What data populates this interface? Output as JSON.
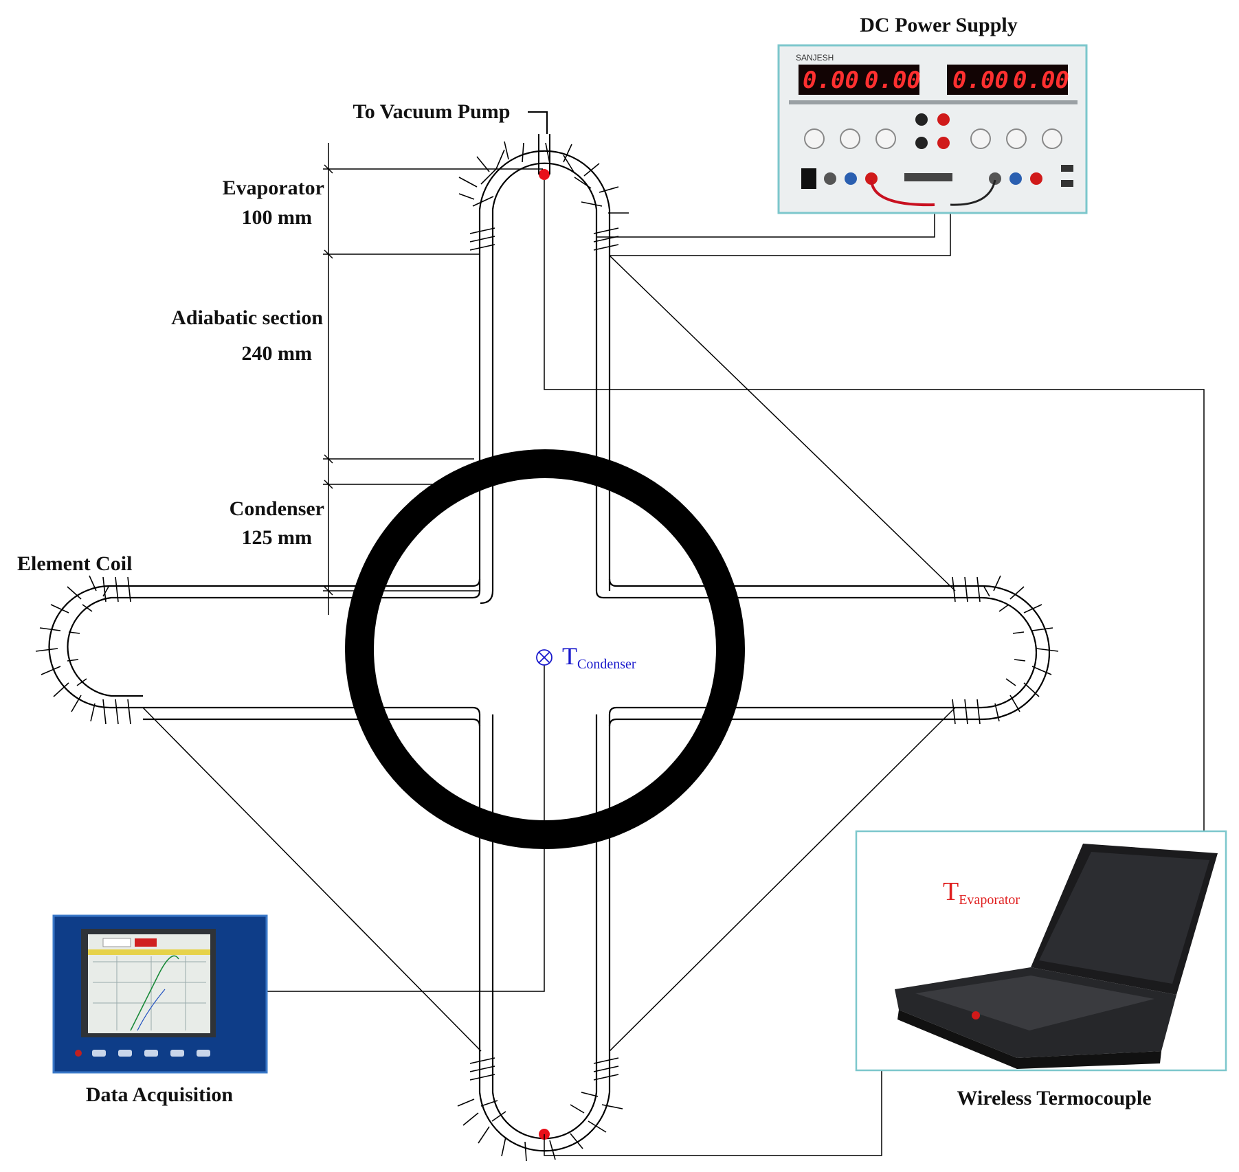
{
  "labels": {
    "power_supply": "DC Power Supply",
    "vacuum_pump": "To Vacuum Pump",
    "evaporator": "Evaporator",
    "evaporator_len": "100 mm",
    "adiabatic": "Adiabatic section",
    "adiabatic_len": "240 mm",
    "condenser": "Condenser",
    "condenser_len": "125 mm",
    "element_coil": "Element Coil",
    "t_condenser_main": "T",
    "t_condenser_sub": "Condenser",
    "t_evaporator_main": "T",
    "t_evaporator_sub": "Evaporator",
    "data_acquisition": "Data Acquisition",
    "wireless": "Wireless Termocouple"
  },
  "power_supply": {
    "brand": "SANJESH",
    "displays": [
      "0.00",
      "0.00",
      "0.00",
      "0.00"
    ]
  },
  "colors": {
    "t_condenser": "#1a1acc",
    "t_evaporator": "#e02020",
    "thermocouple_dot": "#e8101a",
    "panel_border": "#7cc7cc"
  }
}
